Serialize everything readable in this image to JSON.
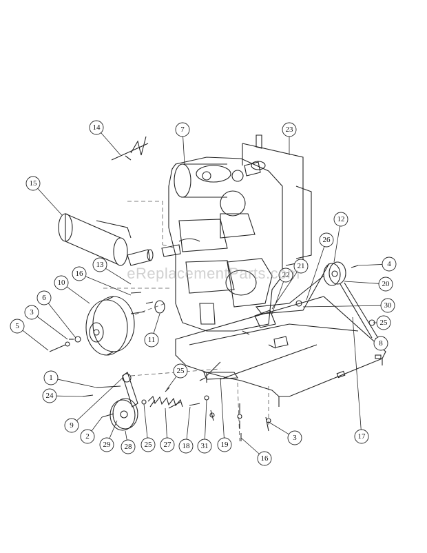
{
  "watermark": "eReplacementParts.com",
  "callouts": [
    {
      "label": "14"
    },
    {
      "label": "7"
    },
    {
      "label": "23"
    },
    {
      "label": "15"
    },
    {
      "label": "12"
    },
    {
      "label": "26"
    },
    {
      "label": "4"
    },
    {
      "label": "21"
    },
    {
      "label": "13"
    },
    {
      "label": "22"
    },
    {
      "label": "16"
    },
    {
      "label": "20"
    },
    {
      "label": "10"
    },
    {
      "label": "6"
    },
    {
      "label": "30"
    },
    {
      "label": "3"
    },
    {
      "label": "25"
    },
    {
      "label": "5"
    },
    {
      "label": "11"
    },
    {
      "label": "8"
    },
    {
      "label": "25"
    },
    {
      "label": "1"
    },
    {
      "label": "24"
    },
    {
      "label": "9"
    },
    {
      "label": "2"
    },
    {
      "label": "29"
    },
    {
      "label": "28"
    },
    {
      "label": "25"
    },
    {
      "label": "27"
    },
    {
      "label": "18"
    },
    {
      "label": "31"
    },
    {
      "label": "19"
    },
    {
      "label": "3"
    },
    {
      "label": "16"
    },
    {
      "label": "17"
    }
  ]
}
